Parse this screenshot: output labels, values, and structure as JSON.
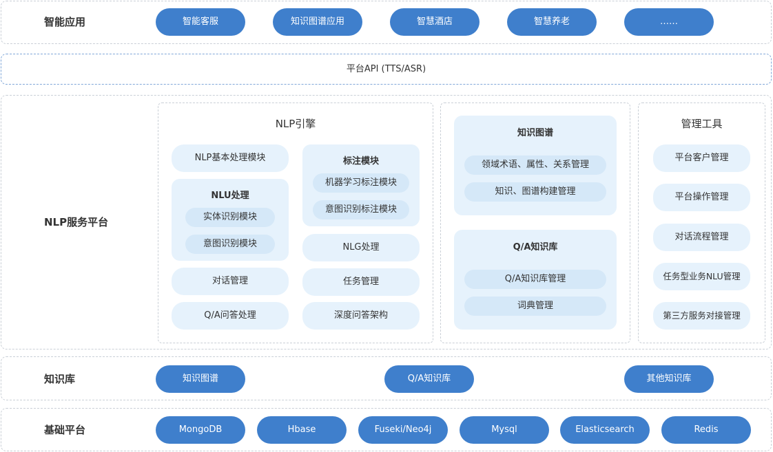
{
  "smart_apps": {
    "label": "智能应用",
    "items": [
      "智能客服",
      "知识图谱应用",
      "智慧酒店",
      "智慧养老",
      "……"
    ]
  },
  "api": {
    "label": "平台API (TTS/ASR)"
  },
  "nlp_platform": {
    "label": "NLP服务平台",
    "engine": {
      "title": "NLP引擎",
      "basic": "NLP基本处理模块",
      "nlu": {
        "title": "NLU处理",
        "items": [
          "实体识别模块",
          "意图识别模块"
        ]
      },
      "annotation": {
        "title": "标注模块",
        "items": [
          "机器学习标注模块",
          "意图识别标注模块"
        ]
      },
      "dialog": "对话管理",
      "qa": "Q/A问答处理",
      "nlg": "NLG处理",
      "task": "任务管理",
      "deep_qa": "深度问答架构"
    },
    "kg": {
      "title": "知识图谱",
      "items": [
        "领域术语、属性、关系管理",
        "知识、图谱构建管理"
      ]
    },
    "qakb": {
      "title": "Q/A知识库",
      "items": [
        "Q/A知识库管理",
        "词典管理"
      ]
    },
    "tools": {
      "title": "管理工具",
      "items": [
        "平台客户管理",
        "平台操作管理",
        "对话流程管理",
        "任务型业务NLU管理",
        "第三方服务对接管理"
      ]
    }
  },
  "kb": {
    "label": "知识库",
    "items": [
      "知识图谱",
      "Q/A知识库",
      "其他知识库"
    ]
  },
  "base": {
    "label": "基础平台",
    "items": [
      "MongoDB",
      "Hbase",
      "Fuseki/Neo4j",
      "Mysql",
      "Elasticsearch",
      "Redis"
    ]
  },
  "colors": {
    "pill": "#3f7fcc",
    "panel": "#e6f2fc",
    "subitem": "#d5e8f8",
    "border": "#c9cfd6",
    "api_border": "#7fa6d8"
  }
}
